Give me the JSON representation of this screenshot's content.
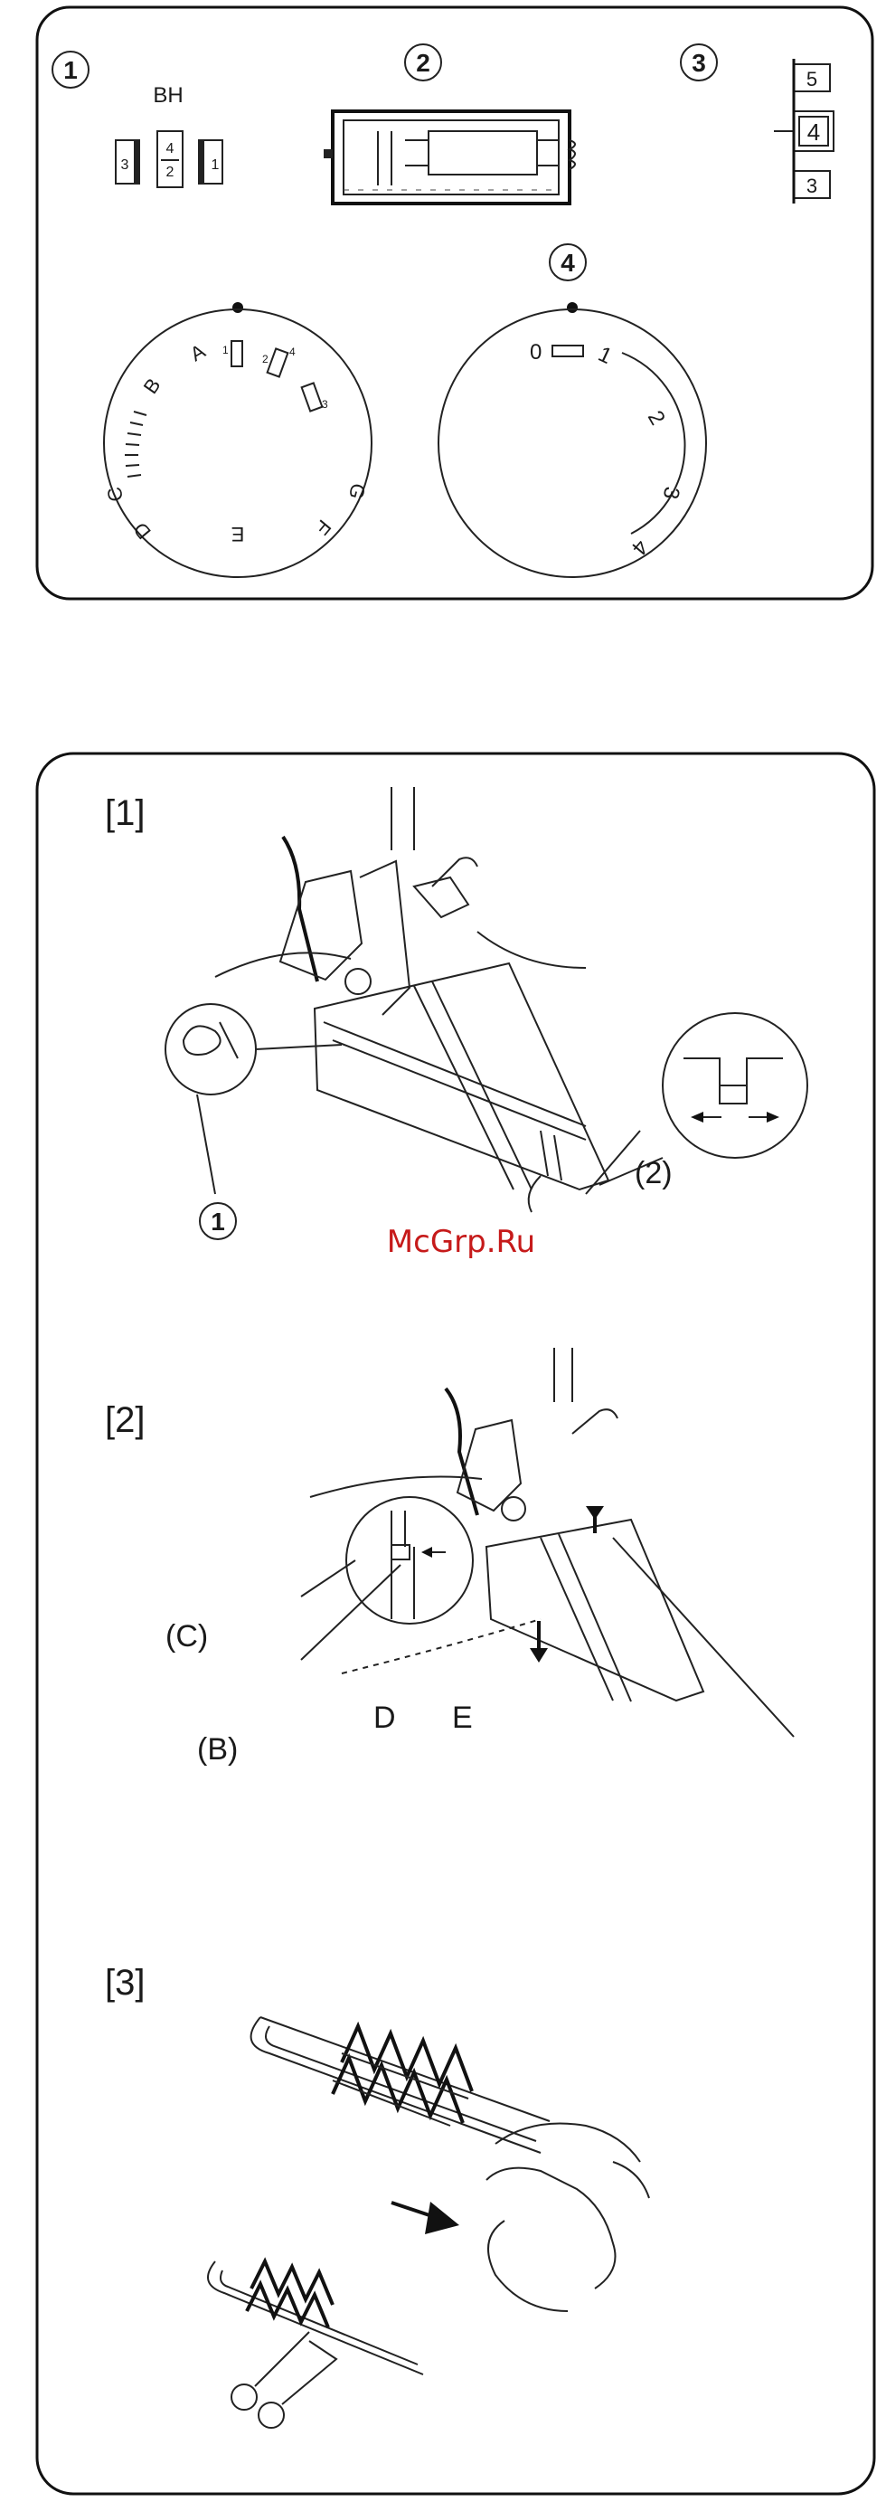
{
  "panel1": {
    "markers": [
      "1",
      "2",
      "3",
      "4"
    ],
    "bh_label": "BH",
    "bh_boxes": [
      "3",
      "4",
      "2",
      "1"
    ],
    "indicator_boxes": [
      "5",
      "4",
      "3"
    ],
    "pattern_dial_letters": [
      "A",
      "B",
      "C",
      "D",
      "E",
      "F",
      "G"
    ],
    "pattern_dial_numbers": [
      "1",
      "2",
      "3",
      "4"
    ],
    "length_dial_numbers": [
      "0",
      "1",
      "2",
      "3",
      "4"
    ]
  },
  "panel2": {
    "step1": {
      "label": "[1]",
      "callout_num": "1",
      "callout_text": "(2)"
    },
    "step2": {
      "label": "[2]",
      "callout_c": "(C)",
      "callout_b": "(B)",
      "mark_d": "D",
      "mark_e": "E"
    },
    "step3": {
      "label": "[3]"
    }
  },
  "watermark": "McGrp.Ru"
}
